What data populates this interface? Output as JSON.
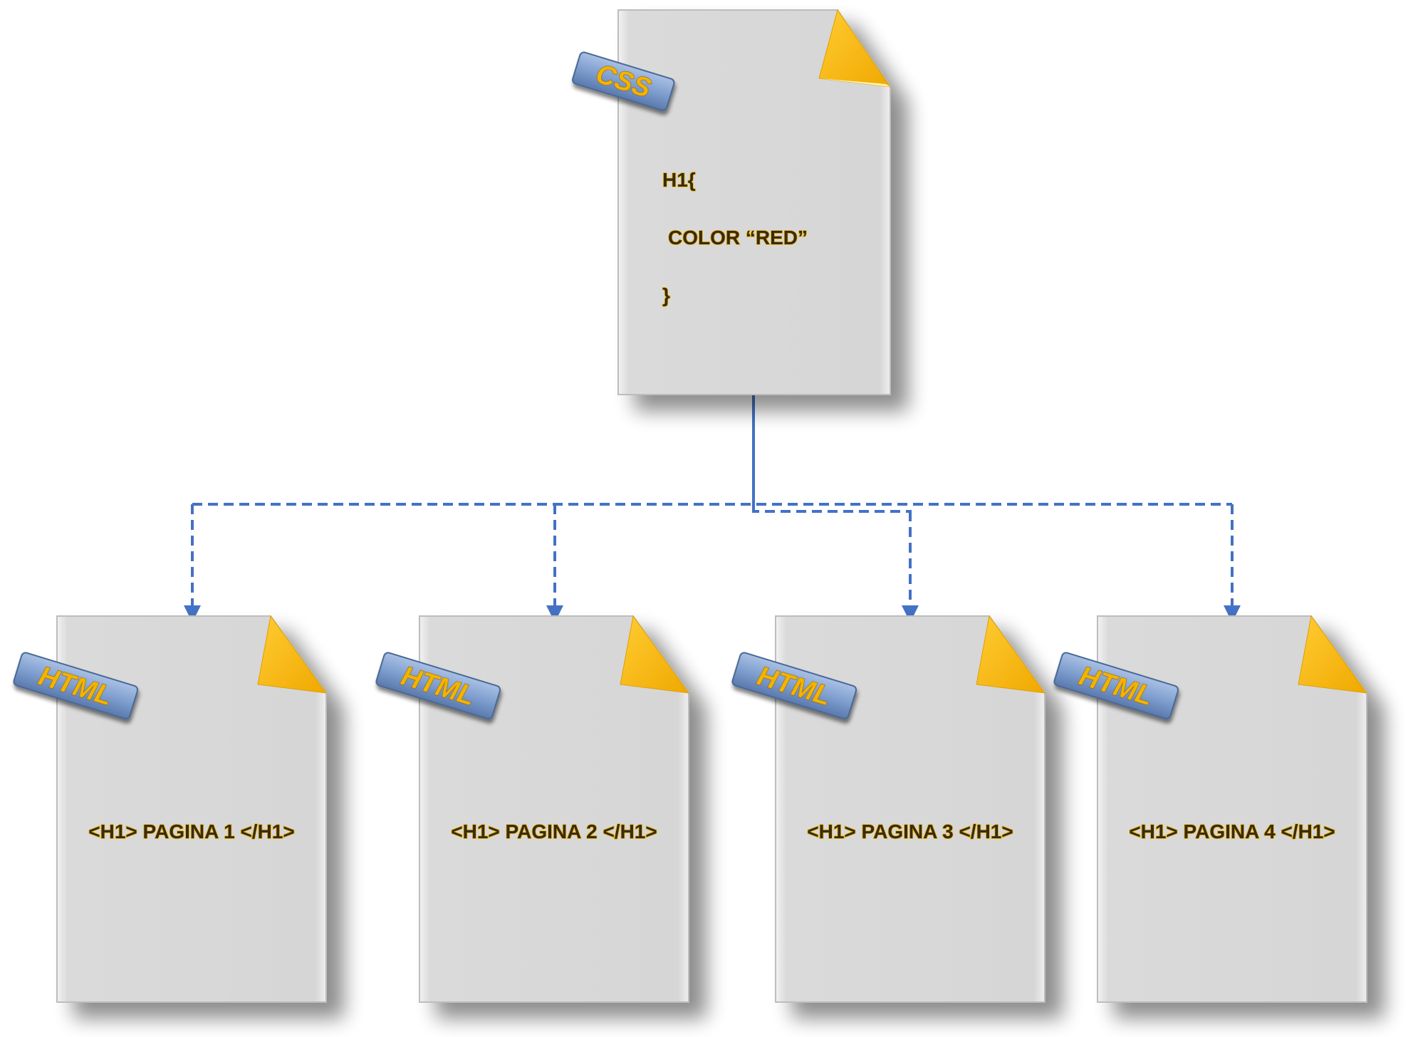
{
  "css_document": {
    "badge": "CSS",
    "lines": [
      "H1{",
      "COLOR “RED”",
      "}"
    ]
  },
  "html_documents": [
    {
      "badge": "HTML",
      "content": "<H1> PAGINA 1 </H1>"
    },
    {
      "badge": "HTML",
      "content": "<H1> PAGINA 2 </H1>"
    },
    {
      "badge": "HTML",
      "content": "<H1> PAGINA 3 </H1>"
    },
    {
      "badge": "HTML",
      "content": "<H1> PAGINA 4 </H1>"
    }
  ],
  "colors": {
    "page": "#d9d9d9",
    "fold": "#ffc000",
    "connector": "#4472c4",
    "badge": "#7f9fcf",
    "text_fill": "#3b2a10",
    "text_outline": "#e8b400"
  }
}
